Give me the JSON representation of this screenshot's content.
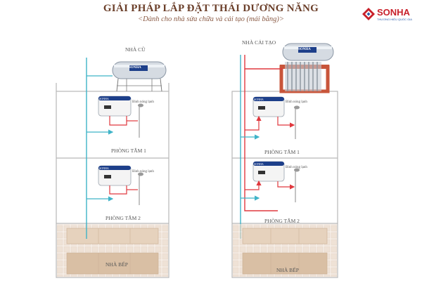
{
  "header": {
    "title": "GIẢI PHÁP LẮP ĐẶT THÁI DƯƠNG NĂNG",
    "subtitle": "<Dành cho nhà sửa chữa và cải tạo (mái bằng)>"
  },
  "brand": {
    "logo_text": "SONHA",
    "tagline": "THƯƠNG HIỆU QUỐC GIA",
    "tank_label": "SONHA",
    "heater_brand": "SONHA"
  },
  "old_house": {
    "label": "NHÀ CŨ",
    "rooms": [
      {
        "name": "PHÒNG TẮM 1",
        "heater_label": "Bình nóng lạnh"
      },
      {
        "name": "PHÒNG TẮM 2",
        "heater_label": "Bình nóng lạnh"
      },
      {
        "name": "NHÀ BẾP"
      }
    ]
  },
  "renovated_house": {
    "label": "NHÀ CẢI TẠO",
    "rooms": [
      {
        "name": "PHÒNG TẮM 1",
        "heater_label": "Bình nóng lạnh"
      },
      {
        "name": "PHÒNG TẮM 2",
        "heater_label": "Bình nóng lạnh"
      },
      {
        "name": "NHÀ BẾP"
      }
    ]
  },
  "colors": {
    "hot_pipe": "#e0383e",
    "cold_pipe": "#3fb3c8",
    "wall": "#b8b8b8",
    "brick": "#c8553a",
    "title": "#6b3f2a",
    "brand_red": "#c8202a"
  }
}
